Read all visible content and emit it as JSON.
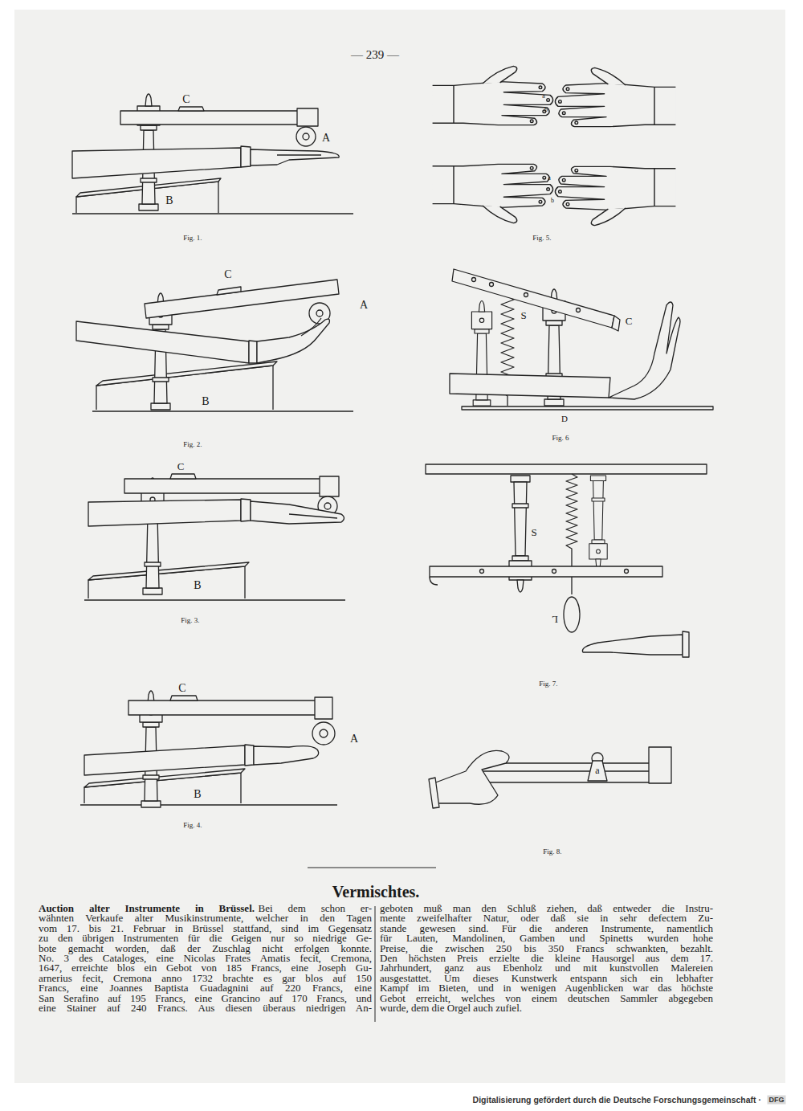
{
  "diagram": {
    "title": "Vermischtes.",
    "labels": [
      "— 239 —",
      "C",
      "A",
      "B",
      "Fig. 1.",
      "Fig. 5.",
      "a",
      "b",
      "a",
      "b",
      "C",
      "A",
      "B",
      "Fig. 2.",
      "S",
      "C",
      "D",
      "Fig. 6",
      "C",
      "B",
      "Fig. 3.",
      "S",
      "L",
      "Fig. 7.",
      "C",
      "A",
      "B",
      "Fig. 4.",
      "a",
      "Fig. 8.",
      "Auction alter Instrumente in Brüssel.",
      "Bei dem schon er-",
      "wähnten Verkaufe alter Musikinstrumente, welcher in den Tagen",
      "vom 17. bis 21. Februar in Brüssel stattfand, sind im Gegensatz",
      "zu den übrigen Instrumenten für die Geigen nur so niedrige Ge-",
      "bote gemacht worden, daß der Zuschlag nicht erfolgen konnte.",
      "No. 3 des Cataloges, eine Nicolas Frates Amatis fecit, Cremona,",
      "1647, erreichte blos ein Gebot von 185 Francs, eine Joseph Gu-",
      "arnerius fecit, Cremona anno 1732 brachte es gar blos auf 150",
      "Francs, eine Joannes Baptista Guadagnini auf 220 Francs, eine",
      "San Serafino auf 195 Francs, eine Grancino auf 170 Francs, und",
      "eine Stainer auf 240 Francs. Aus diesen überaus niedrigen An-",
      "geboten muß man den Schluß ziehen, daß entweder die Instru-",
      "mente zweifelhafter Natur, oder daß sie in sehr defectem Zu-",
      "stande gewesen sind. Für die anderen Instrumente, namentlich",
      "für Lauten, Mandolinen, Gamben und Spinetts wurden hohe",
      "Preise, die zwischen 250 bis 350 Francs schwankten, bezahlt.",
      "Den höchsten Preis erzielte die kleine Hausorgel aus dem 17.",
      "Jahrhundert, ganz aus Ebenholz und mit kunstvollen Malereien",
      "ausgestattet. Um dieses Kunstwerk entspann sich ein lebhafter",
      "Kampf im Bieten, und in wenigen Augenblicken war das höchste",
      "Gebot erreicht, welches von einem deutschen Sammler abgegeben",
      "wurde, dem die Orgel auch zufiel.",
      "Digitalisierung gefördert durch die Deutsche Forschungsgemeinschaft ·",
      "DFG"
    ]
  }
}
